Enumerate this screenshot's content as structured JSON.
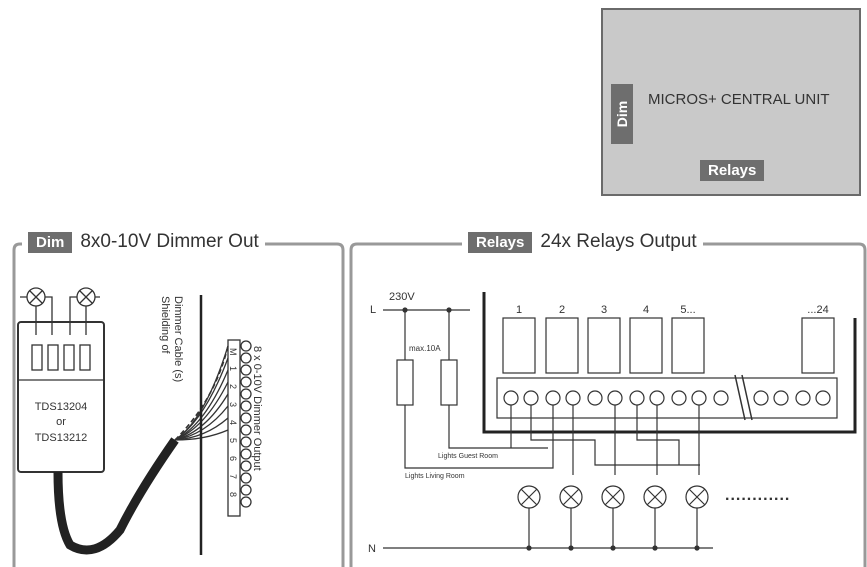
{
  "central": {
    "title": "MICROS+ CENTRAL UNIT",
    "dim_tag": "Dim",
    "relays_tag": "Relays"
  },
  "dimmer_section": {
    "tag": "Dim",
    "title": "8x0-10V Dimmer Out",
    "device_label": [
      "TDS13204",
      "or",
      "TDS13212"
    ],
    "shielding_label": [
      "Shielding of",
      "Dimmer Cable (s)"
    ],
    "terminals": [
      "M",
      "1",
      "2",
      "3",
      "4",
      "5",
      "6",
      "7",
      "8"
    ],
    "output_label": "8 x 0-10V Dimmer Output"
  },
  "relay_section": {
    "tag": "Relays",
    "title": "24x Relays Output",
    "supply_label": "230V",
    "line_label": "L",
    "neutral_label": "N",
    "fuse_label": "max.10A",
    "relay_numbers": [
      "1",
      "2",
      "3",
      "4",
      "5...",
      "...24"
    ],
    "lamp_labels": [
      "Lights Guest Room",
      "Lights Living Room"
    ],
    "more_indicator": "............"
  },
  "colors": {
    "tag_bg": "#6e6e6e",
    "central_bg": "#c9c9c9",
    "line": "#333333",
    "frame": "#999999"
  }
}
